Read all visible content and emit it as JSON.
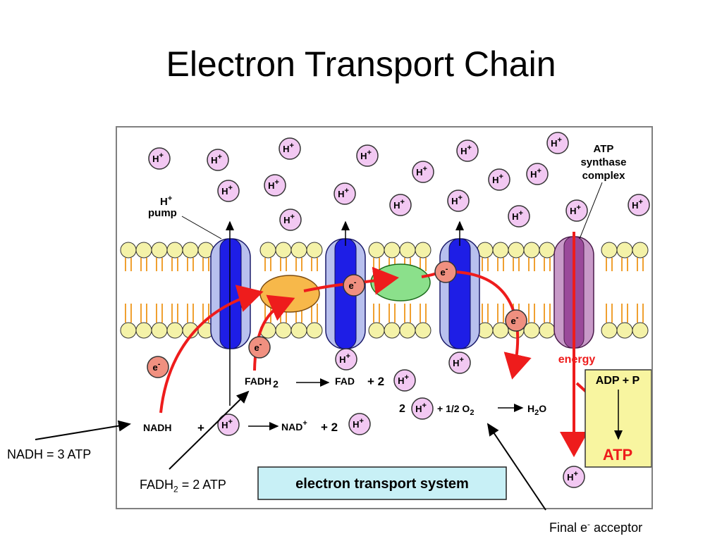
{
  "slide": {
    "title": "Electron Transport Chain"
  },
  "diagram": {
    "labels": {
      "h_pump_line1": "H",
      "h_pump_sup": "+",
      "h_pump_line2": "pump",
      "atp_synthase_line1": "ATP",
      "atp_synthase_line2": "synthase",
      "atp_synthase_line3": "complex",
      "energy": "energy",
      "adp_p": "ADP + P",
      "atp": "ATP",
      "fadh2_main": "FADH",
      "fadh2_sub": "2",
      "fad": "FAD",
      "plus_2": "+ 2",
      "nadh": "NADH",
      "plus": "+",
      "nad": "NAD",
      "nad_sup": "+",
      "two": "2",
      "half_o2": "+ 1/2 O",
      "o2_sub": "2",
      "h2o_h": "H",
      "h2o_sub": "2",
      "h2o_o": "O",
      "electron_transport_system": "electron transport system",
      "electron": "e",
      "electron_sup": "-",
      "proton": "H",
      "proton_sup": "+"
    },
    "colors": {
      "membrane_head": "#f4f2a8",
      "membrane_tail": "#f0a030",
      "pump_blue": "#1e1ee6",
      "pump_light": "#b8c0ee",
      "atp_synthase": "#9a4a9a",
      "orange_complex": "#f7b84a",
      "green_complex": "#8be08b",
      "electron": "#f09080",
      "proton": "#f2c8f2",
      "arrow_red": "#ee1c1c",
      "atp_box": "#f8f5a0",
      "ets_box": "#c8f0f6"
    }
  },
  "annotations": {
    "nadh_atp": "NADH = 3 ATP",
    "fadh2_atp_main": "FADH",
    "fadh2_atp_sub": "2",
    "fadh2_atp_rest": " = 2 ATP",
    "final_acceptor_main": "Final e",
    "final_acceptor_sup": "-",
    "final_acceptor_rest": " acceptor"
  }
}
